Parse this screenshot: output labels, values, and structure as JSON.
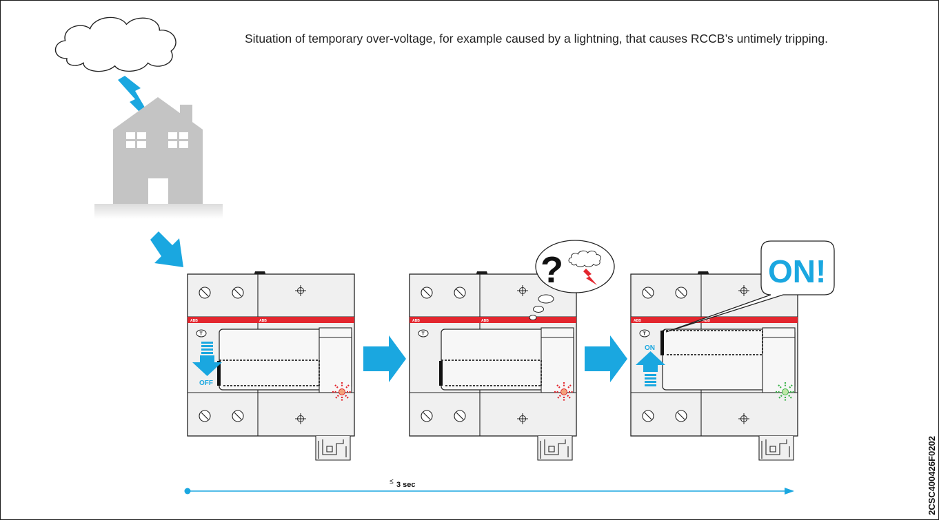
{
  "caption": "Situation of temporary over-voltage, for example caused by a lightning, that causes RCCB’s untimely tripping.",
  "device": {
    "brand_label": "ABB",
    "test_button_label": "T"
  },
  "stage1": {
    "handle_label": "OFF"
  },
  "stage3": {
    "handle_label": "ON",
    "speech_text": "ON!"
  },
  "thought": {
    "symbol": "?"
  },
  "timeline": {
    "symbol": "≤",
    "label": "3 sec"
  },
  "figure_code": "2CSC400426F0202",
  "colors": {
    "accent_blue": "#1aa7e0",
    "abb_red": "#e3262e",
    "house_gray": "#c4c4c4",
    "fault_red": "#e3262e",
    "ok_green": "#3cb34a"
  }
}
